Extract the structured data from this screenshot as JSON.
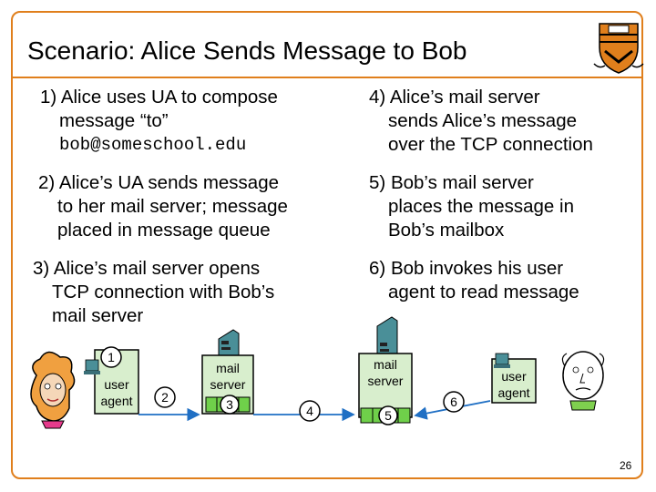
{
  "slide": {
    "title": "Scenario: Alice Sends Message to Bob",
    "page_number": "26"
  },
  "steps": [
    {
      "number": "1)",
      "line1": "Alice uses UA to compose",
      "line2": "message “to”",
      "line3": "bob@someschool.edu"
    },
    {
      "number": "2)",
      "line1": "Alice’s UA sends message",
      "line2": "to her mail server; message",
      "line3": "placed in message queue"
    },
    {
      "number": "3)",
      "line1": "Alice’s mail server opens",
      "line2": "TCP connection with Bob’s",
      "line3": "mail server"
    },
    {
      "number": "4)",
      "line1": "Alice’s mail server",
      "line2": "sends Alice’s message",
      "line3": "over the TCP connection"
    },
    {
      "number": "5)",
      "line1": "Bob’s mail server",
      "line2": "places the message in",
      "line3": "Bob’s mailbox"
    },
    {
      "number": "6)",
      "line1": "Bob invokes his user",
      "line2": "agent to read message",
      "line3": ""
    }
  ],
  "diagram": {
    "alice_ua_line1": "user",
    "alice_ua_line2": "agent",
    "bob_ua_line1": "user",
    "bob_ua_line2": "agent",
    "server_line1": "mail",
    "server_line2": "server",
    "markers": [
      "1",
      "2",
      "3",
      "4",
      "5",
      "6"
    ]
  },
  "colors": {
    "accent": "#e07f1c",
    "box_fill": "#d8eecd",
    "server_body": "#4a8f98",
    "queue_fill": "#6fd04a",
    "arrow": "#1f6fc4"
  },
  "icons": [
    "princeton-shield-icon",
    "alice-face-icon",
    "bob-face-icon",
    "computer-icon",
    "mail-server-icon",
    "message-queue-icon"
  ]
}
